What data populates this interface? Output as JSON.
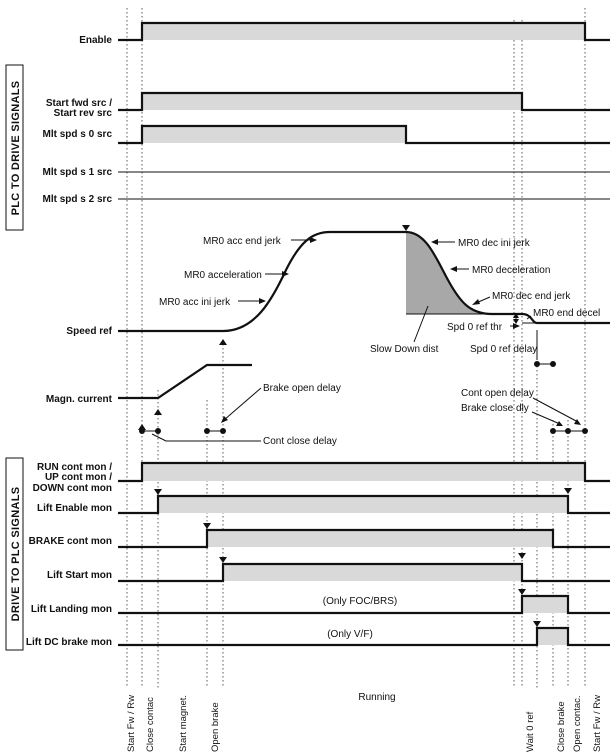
{
  "side_labels": {
    "plc_to_drive": "PLC TO DRIVE SIGNALS",
    "drive_to_plc": "DRIVE TO PLC SIGNALS"
  },
  "signals": {
    "enable": "Enable",
    "start_fwd_1": "Start fwd src /",
    "start_fwd_2": "Start rev src",
    "mlt0": "Mlt spd s 0 src",
    "mlt1": "Mlt spd s 1 src",
    "mlt2": "Mlt spd s 2 src",
    "speed_ref": "Speed ref",
    "magn_current": "Magn. current",
    "run_cont_1": "RUN cont mon /",
    "run_cont_2": "UP cont mon /",
    "run_cont_3": "DOWN cont mon",
    "lift_enable": "Lift Enable mon",
    "brake_cont": "BRAKE cont mon",
    "lift_start": "Lift Start mon",
    "lift_landing": "Lift Landing mon",
    "lift_dc_brake": "Lift DC brake mon"
  },
  "annotations": {
    "acc_end_jerk": "MR0 acc end jerk",
    "acceleration": "MR0 acceleration",
    "acc_ini_jerk": "MR0 acc ini jerk",
    "dec_ini_jerk": "MR0 dec ini jerk",
    "deceleration": "MR0 deceleration",
    "dec_end_jerk": "MR0 dec end jerk",
    "end_decel": "MR0 end decel",
    "spd0_thr": "Spd 0 ref thr",
    "slow_down": "Slow Down dist",
    "spd0_delay": "Spd 0 ref delay",
    "brake_open_delay": "Brake open delay",
    "cont_close_delay": "Cont close delay",
    "cont_open_delay": "Cont open delay",
    "brake_close_dly": "Brake close dly",
    "only_foc": "(Only FOC/BRS)",
    "only_vf": "(Only V/F)"
  },
  "phases": {
    "start_fw": "Start Fw / Rw",
    "close_contac": "Close contac",
    "start_magnet": "Start magnet.",
    "open_brake": "Open brake",
    "running": "Running",
    "wait0": "Wait 0 ref",
    "close_brake": "Close brake",
    "open_contac": "Open contac.",
    "end_start_fw": "Start Fw / Rw"
  }
}
